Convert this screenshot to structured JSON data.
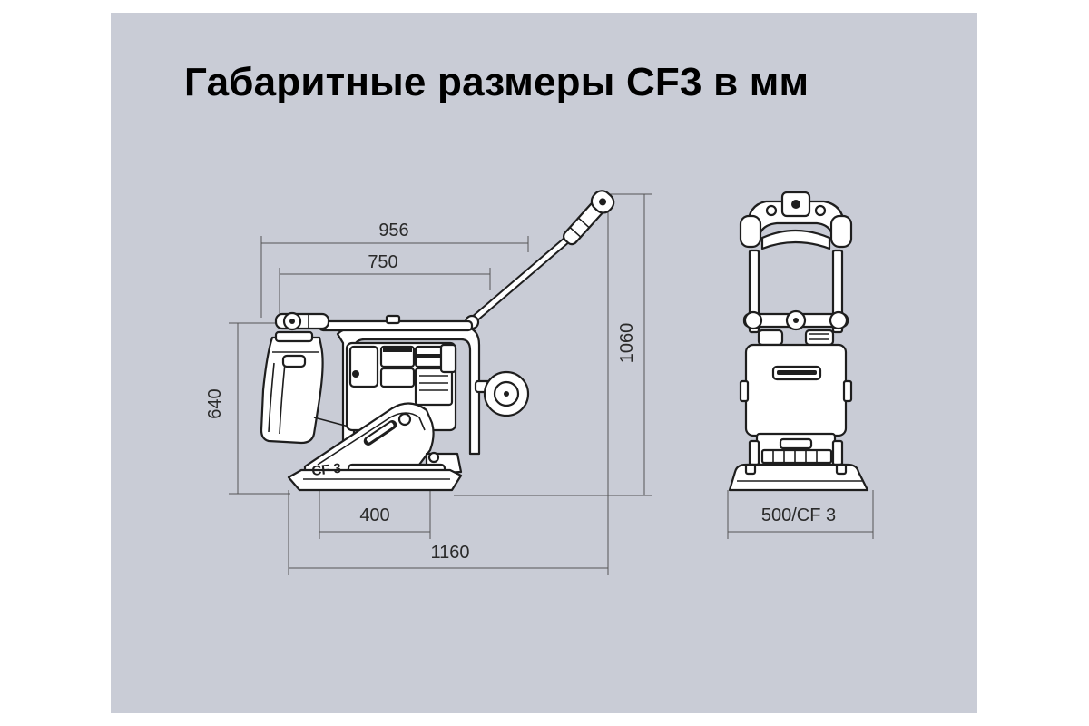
{
  "title": "Габаритные размеры CF3 в мм",
  "dimensions": {
    "handle_reach": "956",
    "frame_length": "750",
    "total_height": "1060",
    "body_height": "640",
    "plate_length": "400",
    "overall_length": "1160",
    "plate_width": "500/CF 3"
  },
  "machine_label": "CF 3",
  "colors": {
    "background": "#c9ccd6",
    "line": "#1e1e1e",
    "fill": "#ffffff"
  }
}
